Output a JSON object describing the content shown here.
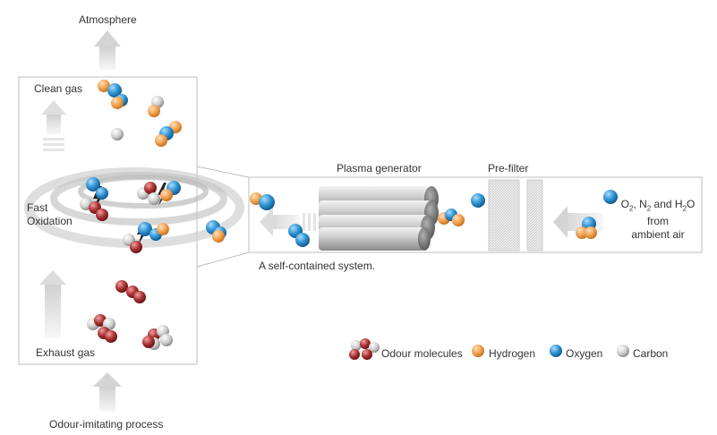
{
  "labels": {
    "atmosphere": "Atmosphere",
    "clean_gas": "Clean gas",
    "fast_oxidation_1": "Fast",
    "fast_oxidation_2": "Oxidation",
    "exhaust_gas": "Exhaust gas",
    "process": "Odour-imitating process",
    "plasma_generator": "Plasma generator",
    "pre_filter": "Pre-filter",
    "self_contained": "A self-contained system.",
    "ambient_line1_o": "O",
    "ambient_line1_sub1": "2",
    "ambient_line1_mid1": ", N",
    "ambient_line1_sub2": "2",
    "ambient_line1_mid2": " and H",
    "ambient_line1_sub3": "2",
    "ambient_line1_end": "O",
    "ambient_line2": "from",
    "ambient_line3": "ambient air"
  },
  "legend": [
    {
      "label": "Odour molecules",
      "icon": "odour-molecule-icon"
    },
    {
      "label": "Hydrogen",
      "icon": "hydrogen-atom-icon"
    },
    {
      "label": "Oxygen",
      "icon": "oxygen-atom-icon"
    },
    {
      "label": "Carbon",
      "icon": "carbon-atom-icon"
    }
  ],
  "colors": {
    "hydrogen": "#f0a050",
    "oxygen": "#2a8fd0",
    "carbon": "#c8c8c8",
    "odour": "#a83030",
    "box_border": "#bdbdbd",
    "arrow": "#dcdcdc"
  }
}
